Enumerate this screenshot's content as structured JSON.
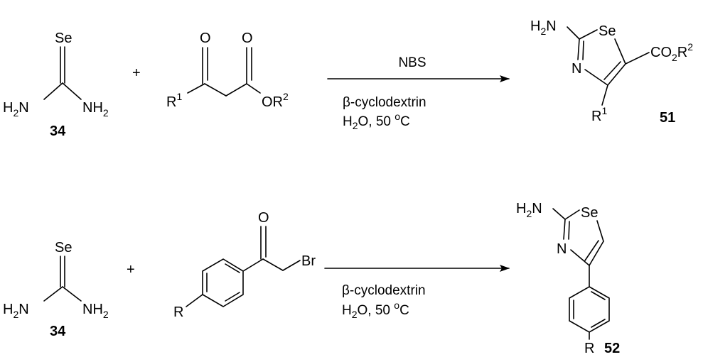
{
  "reactions": [
    {
      "reactant1": {
        "top_atom": "Se",
        "left_group": "H2N",
        "right_group": "NH2",
        "number": "34"
      },
      "plus": "+",
      "reactant2": {
        "ketone_o": "O",
        "ester_o": "O",
        "r1": "R1",
        "or2": "OR2"
      },
      "conditions": {
        "above": "NBS",
        "below_line1": "β-cyclodextrin",
        "below_line2": "H2O, 50 oC"
      },
      "product": {
        "amine": "H2N",
        "ring_se": "Se",
        "ring_n": "N",
        "ester": "CO2R2",
        "r1": "R1",
        "number": "51"
      }
    },
    {
      "reactant1": {
        "top_atom": "Se",
        "left_group": "H2N",
        "right_group": "NH2",
        "number": "34"
      },
      "plus": "+",
      "reactant2": {
        "ketone_o": "O",
        "br": "Br",
        "r": "R"
      },
      "conditions": {
        "below_line1": "β-cyclodextrin",
        "below_line2": "H2O, 50 oC"
      },
      "product": {
        "amine": "H2N",
        "ring_se": "Se",
        "ring_n": "N",
        "r": "R",
        "number": "52"
      }
    }
  ]
}
